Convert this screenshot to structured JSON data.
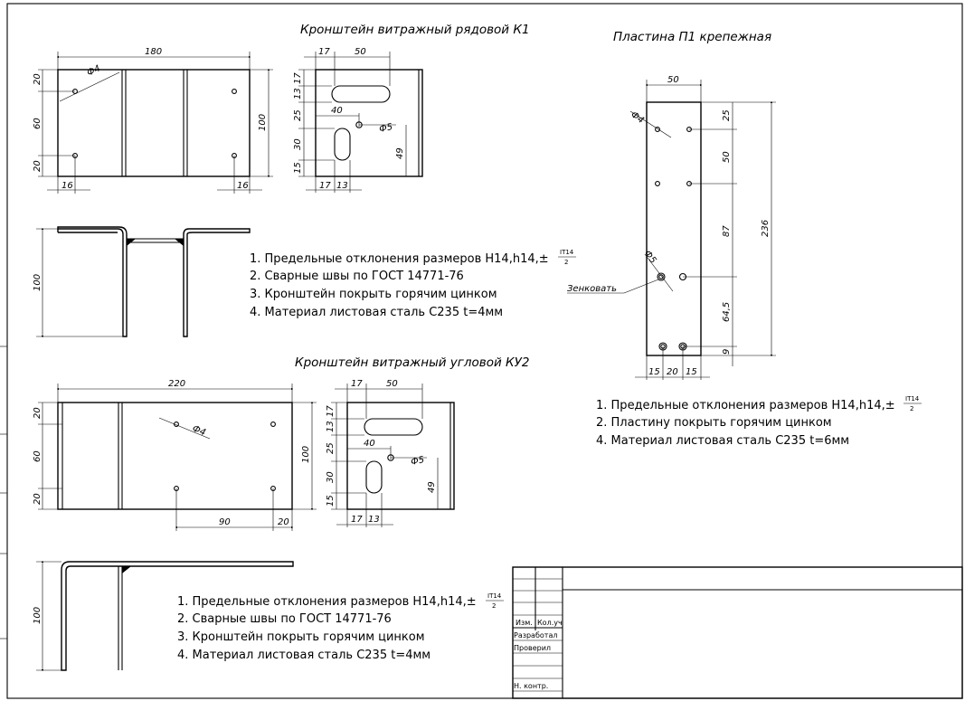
{
  "titles": {
    "k1": "Кронштейн витражный рядовой К1",
    "p1": "Пластина П1 крепежная",
    "ku2": "Кронштейн витражный угловой КУ2"
  },
  "notes": {
    "k1": [
      "1. Предельные отклонения размеров H14,h14,±",
      "2. Сварные швы по ГОСТ 14771-76",
      "3. Кронштейн покрыть горячим цинком",
      "4. Материал листовая сталь С235 t=4мм"
    ],
    "p1": [
      "1. Предельные отклонения размеров H14,h14,±",
      "2. Пластину покрыть горячим цинком",
      "4. Материал листовая сталь С235 t=6мм"
    ],
    "ku2": [
      "1. Предельные отклонения размеров H14,h14,±",
      "2. Сварные швы по ГОСТ 14771-76",
      "3. Кронштейн покрыть горячим цинком",
      "4. Материал листовая сталь С235 t=4мм"
    ],
    "fraction_num": "IT14",
    "fraction_den": "2"
  },
  "dims": {
    "k1_front": {
      "width": "180",
      "d20a": "20",
      "d60": "60",
      "d20b": "20",
      "height": "100",
      "hole": "Ф4",
      "d16a": "16",
      "d16b": "16"
    },
    "k1_side": {
      "d17": "17",
      "d50": "50",
      "d13a": "13",
      "d17b": "17",
      "d25": "25",
      "d30": "30",
      "d15": "15",
      "d40": "40",
      "hole": "Ф5",
      "d49": "49",
      "d17c": "17",
      "d13b": "13"
    },
    "k1_bottom": {
      "height": "100"
    },
    "ku2_front": {
      "width": "220",
      "d20a": "20",
      "d60": "60",
      "d20b": "20",
      "height": "100",
      "hole": "Ф4",
      "d90": "90",
      "d20c": "20"
    },
    "ku2_side": {
      "d17": "17",
      "d50": "50",
      "d13a": "13",
      "d17b": "17",
      "d25": "25",
      "d30": "30",
      "d15": "15",
      "d40": "40",
      "hole": "Ф5",
      "d49": "49",
      "d17c": "17",
      "d13b": "13"
    },
    "ku2_bottom": {
      "height": "100"
    },
    "p1": {
      "width": "50",
      "hole4": "Ф4",
      "hole5": "Ф5",
      "d25": "25",
      "d50": "50",
      "d87": "87",
      "d645": "64,5",
      "d9": "9",
      "d236": "236",
      "d15a": "15",
      "d20": "20",
      "d15b": "15",
      "countersink": "Зенковать"
    }
  },
  "title_block": {
    "izm": "Изм.",
    "kol": "Кол.уч",
    "razrabotal": "Разработал",
    "proveril": "Проверил",
    "nkontr": "Н. контр."
  }
}
